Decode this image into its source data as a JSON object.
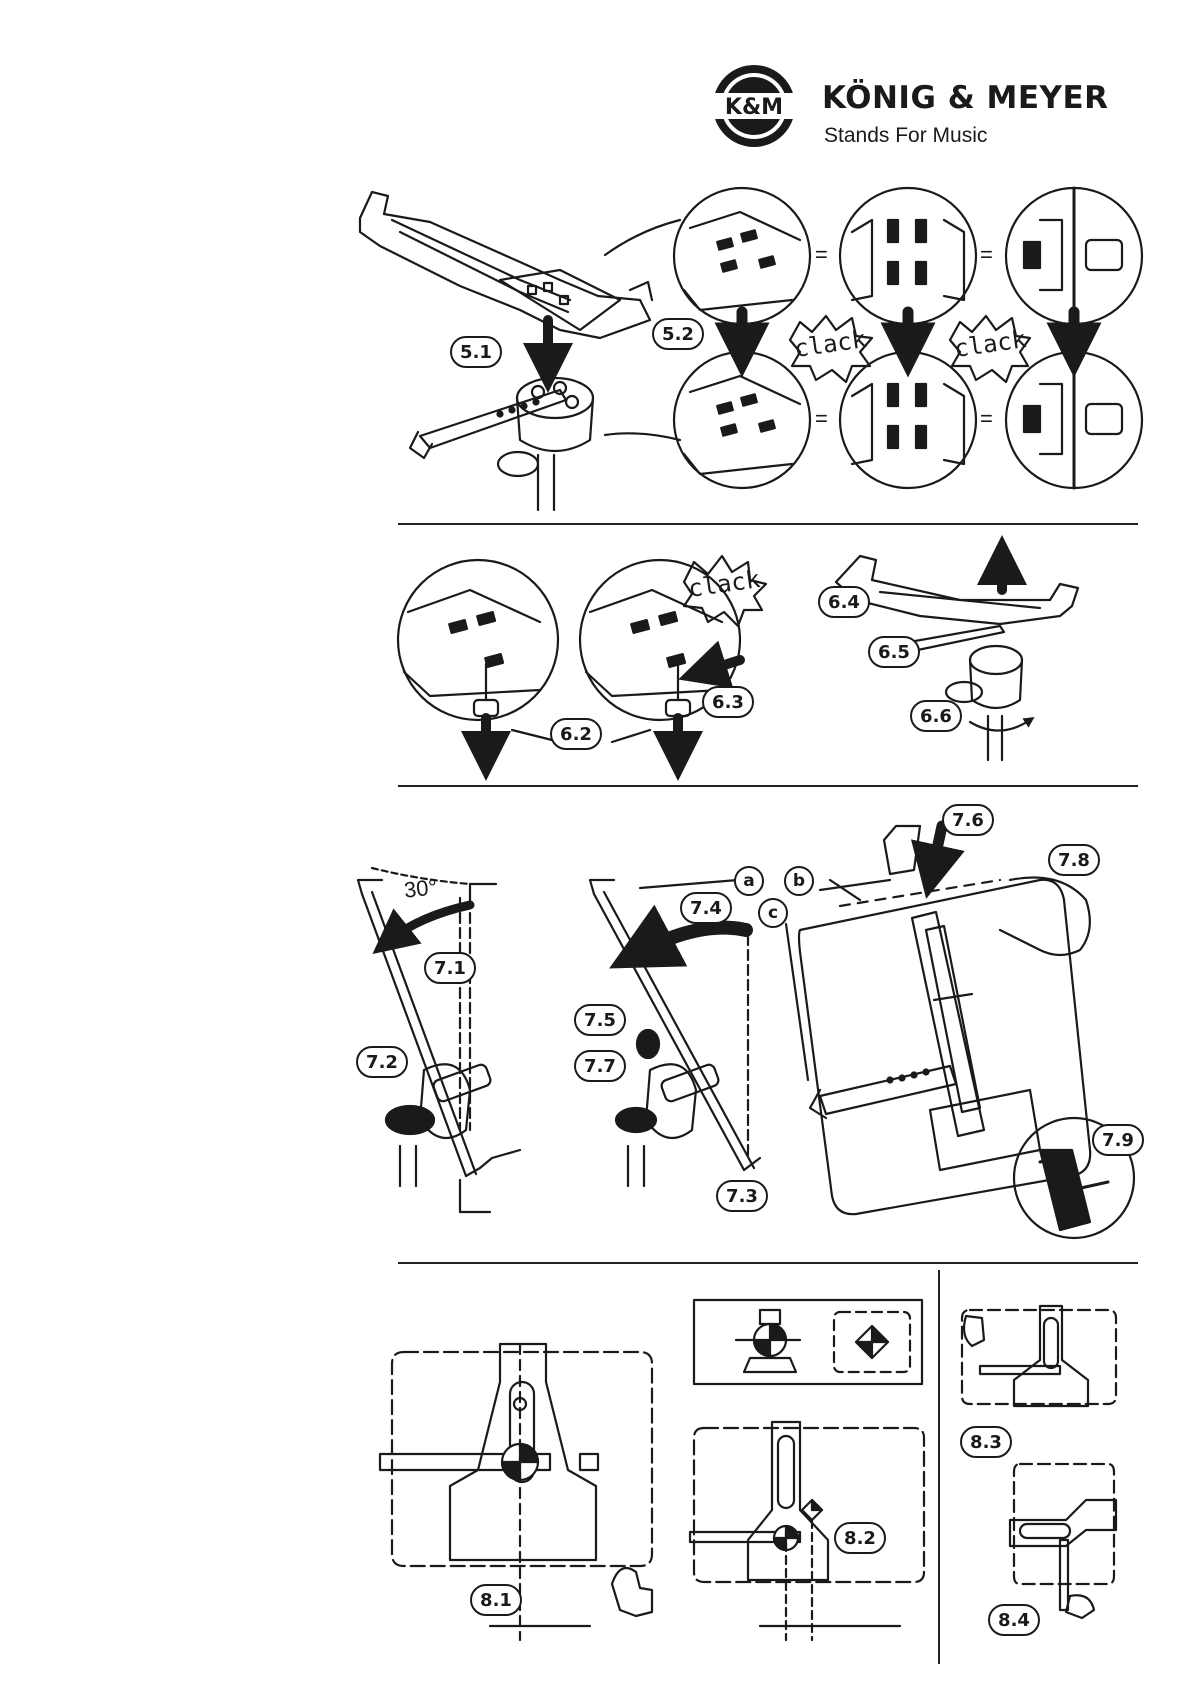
{
  "brand": {
    "seal_text": "K&M",
    "name": "KÖNIG & MEYER",
    "tagline": "Stands For Music"
  },
  "labels": {
    "s51": "5.1",
    "s52": "5.2",
    "s62": "6.2",
    "s63": "6.3",
    "s64": "6.4",
    "s65": "6.5",
    "s66": "6.6",
    "s71": "7.1",
    "s72": "7.2",
    "s73": "7.3",
    "s74": "7.4",
    "s75": "7.5",
    "s76": "7.6",
    "s77": "7.7",
    "s78": "7.8",
    "s79": "7.9",
    "s81": "8.1",
    "s82": "8.2",
    "s83": "8.3",
    "s84": "8.4"
  },
  "letters": {
    "a": "a",
    "b": "b",
    "c": "c"
  },
  "sound": "clack",
  "angle": "30°",
  "equals": "="
}
